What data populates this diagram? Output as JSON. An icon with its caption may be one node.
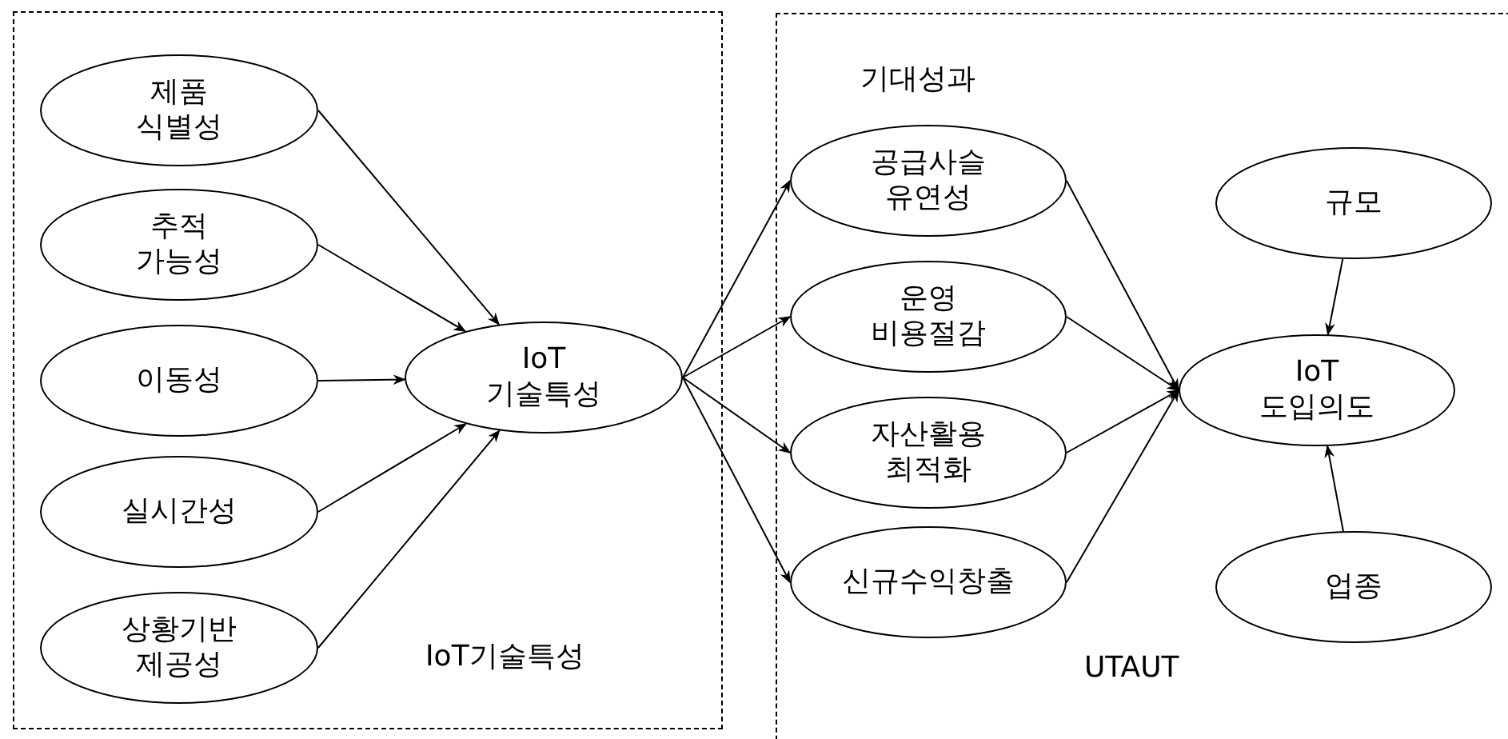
{
  "diagram": {
    "nodes": [
      {
        "text": [
          "IoT기술특성"
        ]
      },
      {
        "text": [
          "기대성과",
          "UTAUT"
        ]
      },
      {
        "text": [
          "제품 식별성"
        ],
        "in": 0
      },
      {
        "text": [
          "추적 가능성"
        ],
        "in": 0
      },
      {
        "text": [
          "이동성"
        ],
        "in": 0
      },
      {
        "text": [
          "실시간성"
        ],
        "in": 0
      },
      {
        "text": [
          "상황기반 제공성"
        ],
        "in": 0
      },
      {
        "text": [
          "IoT 기술특성"
        ],
        "in": 0
      },
      {
        "text": [
          "공급사슬 유연성"
        ],
        "in": 1
      },
      {
        "text": [
          "운영 비용절감"
        ],
        "in": 1
      },
      {
        "text": [
          "자산활용 최적화"
        ],
        "in": 1
      },
      {
        "text": [
          "신규수익창출"
        ],
        "in": 1
      },
      {
        "text": [
          "규모"
        ],
        "in": 1
      },
      {
        "text": [
          "IoT 도입의도"
        ],
        "in": 1
      },
      {
        "text": [
          "업종"
        ],
        "in": 1
      }
    ],
    "edges": [
      {
        "from": 2,
        "to": 7,
        "arrow": "to"
      },
      {
        "from": 3,
        "to": 7,
        "arrow": "to"
      },
      {
        "from": 4,
        "to": 7,
        "arrow": "to"
      },
      {
        "from": 5,
        "to": 7,
        "arrow": "to"
      },
      {
        "from": 6,
        "to": 7,
        "arrow": "to"
      },
      {
        "from": 7,
        "to": 8,
        "arrow": "to"
      },
      {
        "from": 7,
        "to": 9,
        "arrow": "to"
      },
      {
        "from": 7,
        "to": 10,
        "arrow": "to"
      },
      {
        "from": 7,
        "to": 11,
        "arrow": "to"
      },
      {
        "from": 8,
        "to": 13,
        "arrow": "to"
      },
      {
        "from": 9,
        "to": 13,
        "arrow": "to"
      },
      {
        "from": 10,
        "to": 13,
        "arrow": "to"
      },
      {
        "from": 11,
        "to": 13,
        "arrow": "to"
      },
      {
        "from": 12,
        "to": 13,
        "arrow": "to"
      },
      {
        "from": 14,
        "to": 13,
        "arrow": "to"
      }
    ]
  }
}
